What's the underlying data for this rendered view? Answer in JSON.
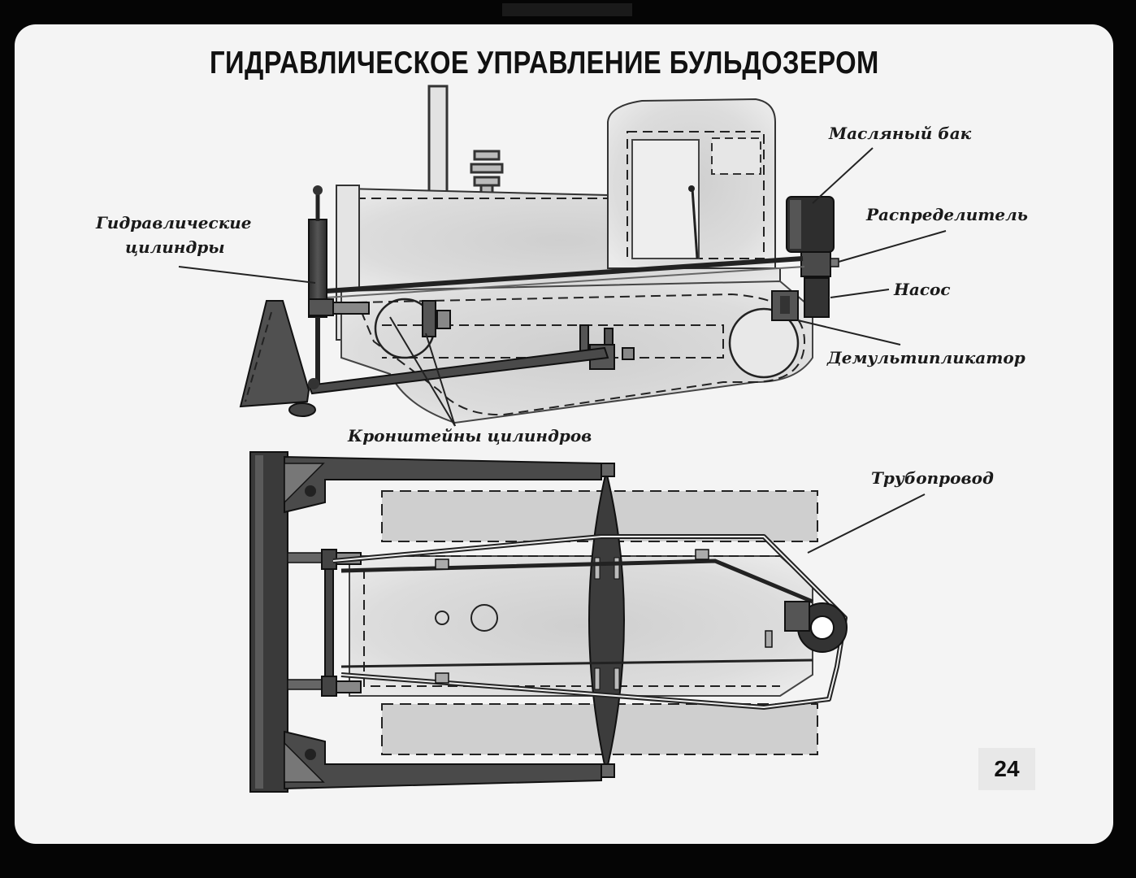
{
  "title": "ГИДРАВЛИЧЕСКОЕ УПРАВЛЕНИЕ БУЛЬДОЗЕРОМ",
  "labels": {
    "oil_tank": "Масляный бак",
    "distributor": "Распределитель",
    "pump": "Насос",
    "demultiplier": "Демультипликатор",
    "hydraulic_cylinders_line1": "Гидравлические",
    "hydraulic_cylinders_line2": "цилиндры",
    "cylinder_brackets": "Кронштейны цилиндров",
    "pipeline": "Трубопровод"
  },
  "page_number": "24",
  "colors": {
    "background": "#050505",
    "slide": "#f4f4f4",
    "fill_gray": "#d6d6d6",
    "dark_part": "#3a3a3a",
    "line": "#222222"
  }
}
